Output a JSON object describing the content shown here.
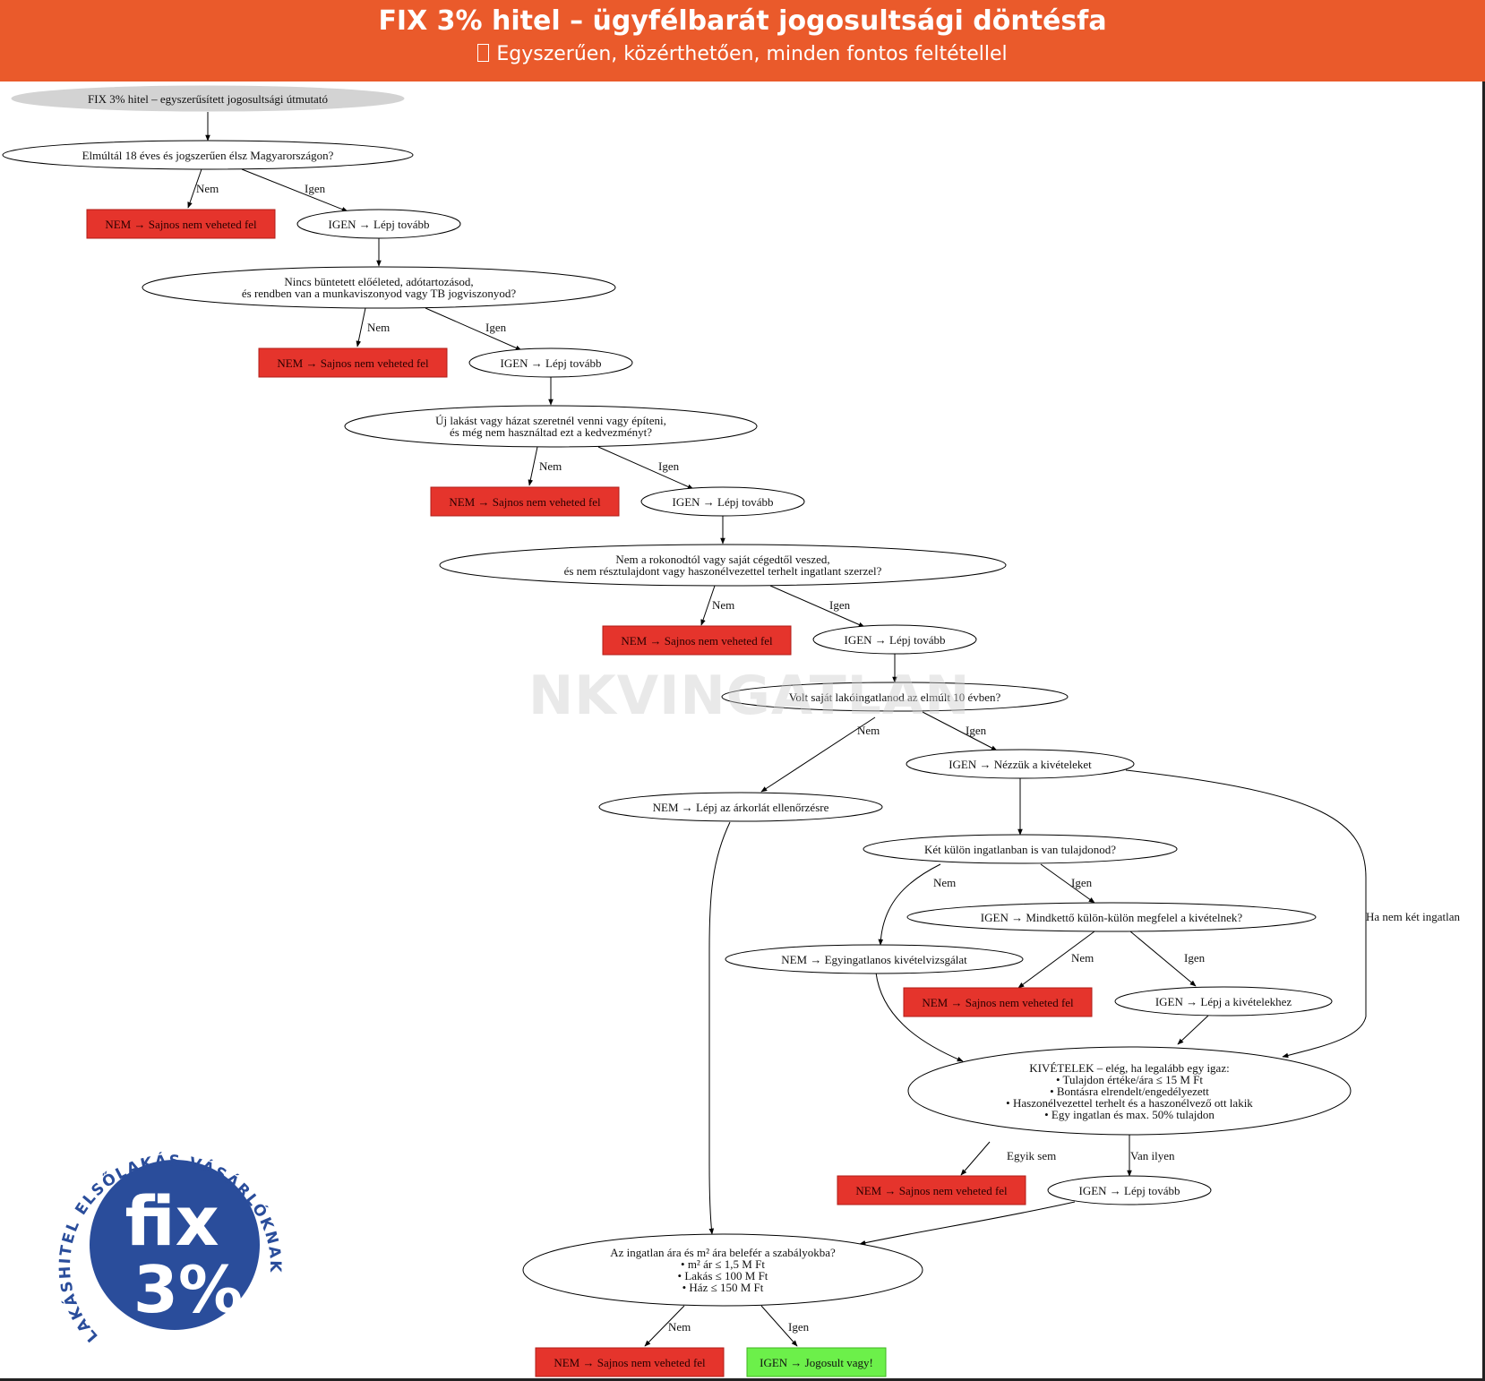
{
  "header": {
    "title": "FIX 3% hitel – ügyfélbarát jogosultsági döntésfa",
    "subtitle": "Egyszerűen, közérthetően, minden fontos feltétellel"
  },
  "colors": {
    "header_bg": "#ea5a2b",
    "reject_fill": "#e5342c",
    "accept_fill": "#6cf04a",
    "start_fill": "#d3d3d3",
    "logo_blue": "#2a4d9b"
  },
  "watermark": "NKVINGATLAN",
  "nodes": {
    "start": "FIX 3% hitel – egyszerűsített jogosultsági útmutató",
    "q_age": "Elmúltál 18 éves és jogszerűen élsz Magyarországon?",
    "no1": "NEM → Sajnos nem veheted fel",
    "yes1": "IGEN → Lépj tovább",
    "q_record": "Nincs büntetett előéleted, adótartozásod,\nés rendben van a munkaviszonyod vagy TB jogviszonyod?",
    "no2": "NEM → Sajnos nem veheted fel",
    "yes2": "IGEN → Lépj tovább",
    "q_new": "Új lakást vagy házat szeretnél venni vagy építeni,\nés még nem használtad ezt a kedvezményt?",
    "no3": "NEM → Sajnos nem veheted fel",
    "yes3": "IGEN → Lépj tovább",
    "q_relative": "Nem a rokonodtól vagy saját cégedtől veszed,\nés nem résztulajdont vagy haszonélvezettel terhelt ingatlant szerzel?",
    "no4": "NEM → Sajnos nem veheted fel",
    "yes4": "IGEN → Lépj tovább",
    "q_10years": "Volt saját lakóingatlanod az elmúlt 10 évben?",
    "no_price": "NEM → Lépj az árkorlát ellenőrzésre",
    "yes_exc": "IGEN → Nézzük a kivételeket",
    "q_two": "Két külön ingatlanban is van tulajdonod?",
    "q_both": "IGEN → Mindkettő külön-külön megfelel a kivételnek?",
    "no_single": "NEM → Egyingatlanos kivételvizsgálat",
    "no5": "NEM → Sajnos nem veheted fel",
    "yes_exc2": "IGEN → Lépj a kivételekhez",
    "exceptions": "KIVÉTELEK – elég, ha legalább egy igaz:\n• Tulajdon értéke/ára ≤ 15 M Ft\n• Bontásra elrendelt/engedélyezett\n• Haszonélvezettel terhelt és a haszonélvező ott lakik\n• Egy ingatlan és max. 50% tulajdon",
    "no6": "NEM → Sajnos nem veheted fel",
    "yes6": "IGEN → Lépj tovább",
    "q_price": "Az ingatlan ára és m² ára belefér a szabályokba?\n• m² ár ≤ 1,5 M Ft\n• Lakás ≤ 100 M Ft\n• Ház ≤ 150 M Ft",
    "no7": "NEM → Sajnos nem veheted fel",
    "final": "IGEN → Jogosult vagy!"
  },
  "edges": {
    "nem": "Nem",
    "igen": "Igen",
    "ha_nem_ket": "Ha nem két ingatlan",
    "egyik_sem": "Egyik sem",
    "van_ilyen": "Van ilyen"
  },
  "logo": {
    "arc_text": "LAKÁSHITEL ELSŐLAKÁS-VÁSÁRLÓKNAK",
    "word": "fix",
    "percent": "3%"
  }
}
